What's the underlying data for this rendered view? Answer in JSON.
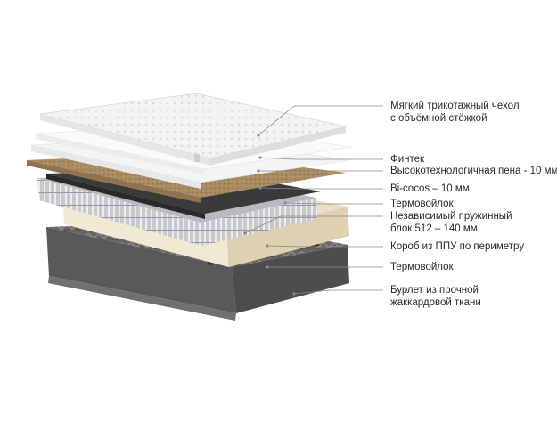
{
  "product": "mattress",
  "layers": [
    {
      "id": "cover",
      "label_lines": [
        "Мягкий трикотажный чехол",
        "с объёмной стёжкой"
      ]
    },
    {
      "id": "fintek",
      "label_lines": [
        "Финтек"
      ]
    },
    {
      "id": "foam",
      "label_lines": [
        "Высокотехнологичная пена - 10 мм"
      ]
    },
    {
      "id": "bicocos",
      "label_lines": [
        "Bi-cocos – 10 мм"
      ]
    },
    {
      "id": "felt-top",
      "label_lines": [
        "Термовойлок"
      ]
    },
    {
      "id": "springs",
      "label_lines": [
        "Независимый пружинный",
        "блок 512 – 140 мм"
      ]
    },
    {
      "id": "ppu-box",
      "label_lines": [
        "Короб из ППУ по периметру"
      ]
    },
    {
      "id": "felt-bottom",
      "label_lines": [
        "Термовойлок"
      ]
    },
    {
      "id": "jacquard",
      "label_lines": [
        "Бурлет из прочной",
        "жаккардовой ткани"
      ]
    }
  ],
  "colors": {
    "text": "#2a2a2a",
    "leader": "#8a8a8a",
    "cover": "#f4f4f4",
    "coir": "#a98b62",
    "felt": "#3d3d3d",
    "ppu": "#ece3cc",
    "jacquard": "#5b5b5b"
  }
}
